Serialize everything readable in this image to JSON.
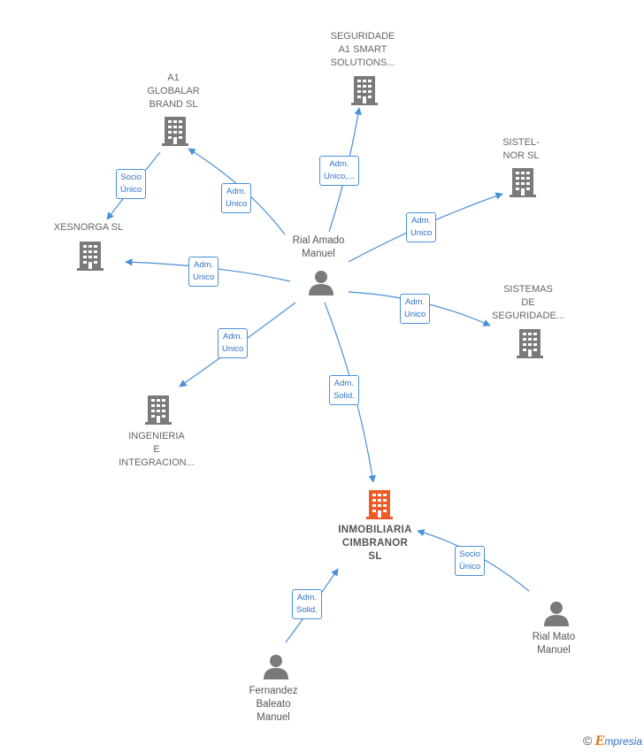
{
  "diagram": {
    "nodes": {
      "seguridade": {
        "label": "SEGURIDADE\nA1 SMART\nSOLUTIONS..."
      },
      "a1_globalar": {
        "label": "A1\nGLOBALAR\nBRAND  SL"
      },
      "sistel": {
        "label": "SISTEL-\nNOR SL"
      },
      "xesnorga": {
        "label": "XESNORGA  SL"
      },
      "sistemas": {
        "label": "SISTEMAS\nDE\nSEGURIDADE..."
      },
      "ingenieria": {
        "label": "INGENIERIA\nE\nINTEGRACION..."
      },
      "inmobiliaria": {
        "label": "INMOBILIARIA\nCIMBRANOR\nSL"
      },
      "rial_amado": {
        "label": "Rial Amado\nManuel"
      },
      "rial_mato": {
        "label": "Rial Mato\nManuel"
      },
      "fernandez": {
        "label": "Fernandez\nBaleato\nManuel"
      }
    },
    "edges": {
      "e_seguridade": {
        "label": "Adm.\nUnico,..."
      },
      "e_a1": {
        "label": "Adm.\nUnico"
      },
      "e_sistel": {
        "label": "Adm.\nUnico"
      },
      "e_xesnorga": {
        "label": "Adm.\nUnico"
      },
      "e_sistemas": {
        "label": "Adm.\nUnico"
      },
      "e_ingenieria": {
        "label": "Adm.\nUnico"
      },
      "e_inmobiliaria": {
        "label": "Adm.\nSolid."
      },
      "e_a1_xesnorga": {
        "label": "Socio\nÚnico"
      },
      "e_mato": {
        "label": "Socio\nÚnico"
      },
      "e_fernandez": {
        "label": "Adm.\nSolid."
      }
    },
    "colors": {
      "company": "#7a7a7a",
      "company_highlight": "#f05a28",
      "person": "#7a7a7a",
      "edge": "#4a90d9"
    }
  },
  "brand": {
    "copyright": "©",
    "e": "E",
    "rest": "mpresia"
  }
}
